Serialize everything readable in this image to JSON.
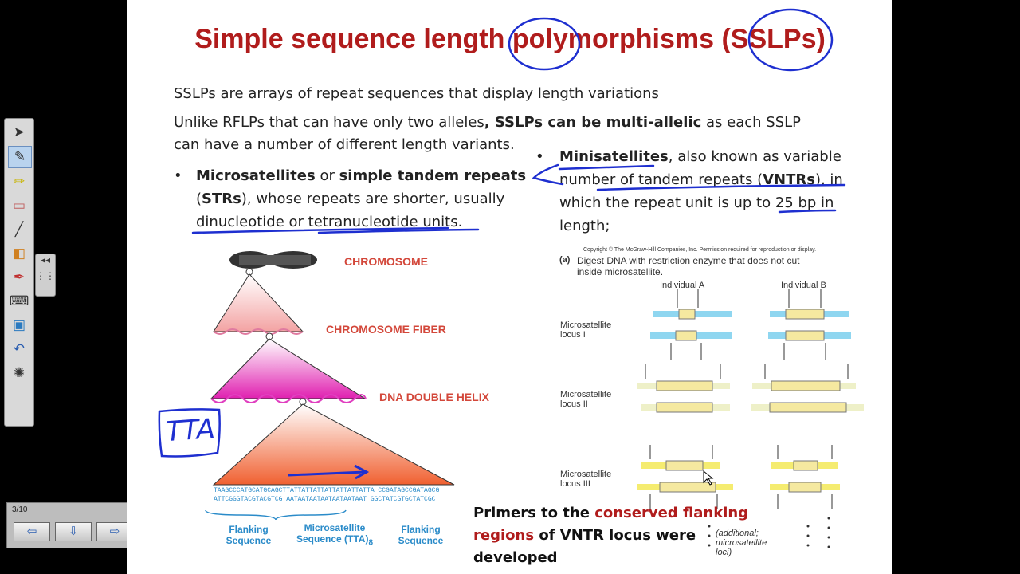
{
  "slide": {
    "title": "Simple sequence length polymorphisms (SSLPs)",
    "line1": "SSLPs are arrays of repeat sequences that display length variations",
    "line2a": "Unlike RFLPs that can have only two alleles",
    "line2b": ", SSLPs can be multi-allelic",
    "line2c": " as each SSLP",
    "line3": "can have a number of different length variants.",
    "bullet_left": {
      "b1": "Microsatellites",
      "t1": " or ",
      "b2": "simple tandem repeats",
      "t2": "(",
      "b3": "STRs",
      "t3": "), whose repeats are shorter, usually",
      "t4": "dinucleotide or tetranucleotide units."
    },
    "bullet_right": {
      "b1": "Minisatellites",
      "t1": ", also known as variable",
      "t2": "number of tandem repeats (",
      "b2": "VNTRs",
      "t3": "), in",
      "t4": "which the repeat unit is up to 25 bp in",
      "t5": "length;"
    },
    "annotation_tta": "TTA",
    "left_figure": {
      "chromosome": "CHROMOSOME",
      "fiber": "CHROMOSOME FIBER",
      "helix": "DNA DOUBLE HELIX",
      "seq_top": "TAAGCCCATGCATGCAGCTTATTATTATTATTATTATTATTA CCGATAGCCGATAGCG",
      "seq_bottom": "ATTCGGGTACGTACGTCG AATAATAATAATAATAATAAT GGCTATCGTGCTATCGC",
      "flank_left": "Flanking Sequence",
      "micro": "Microsatellite Sequence (TTA)",
      "micro_sub": "8",
      "flank_right": "Flanking Sequence"
    },
    "right_figure": {
      "copyright": "Copyright © The McGraw-Hill Companies, Inc. Permission required for reproduction or display.",
      "panel": "(a)",
      "caption1": "Digest DNA with restriction enzyme that does not cut",
      "caption2": "inside microsatellite.",
      "individual_a": "Individual A",
      "individual_b": "Individual B",
      "locus1": "Microsatellite locus I",
      "locus2": "Microsatellite locus II",
      "locus3": "Microsatellite locus III",
      "additional": "(additional; microsatellite loci)"
    },
    "primers_a": "Primers to the ",
    "primers_b": "conserved flanking",
    "primers_c": "regions",
    "primers_d": " of VNTR locus were",
    "primers_e": "developed"
  },
  "toolbar": {
    "tools": [
      "cursor-icon",
      "pen-icon",
      "highlighter-icon",
      "eraser-icon",
      "line-icon",
      "shapes-icon",
      "magic-pen-icon",
      "keyboard-icon",
      "capture-icon",
      "undo-icon",
      "settings-icon"
    ]
  },
  "pager": {
    "page": "3/10"
  }
}
